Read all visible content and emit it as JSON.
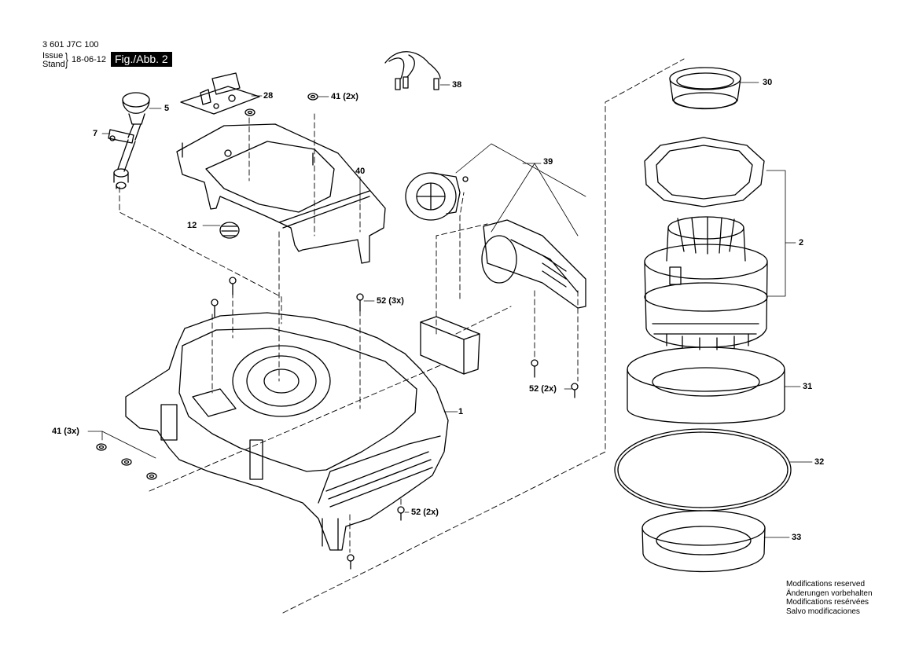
{
  "header": {
    "part_number": "3 601 J7C 100",
    "issue_label": "Issue",
    "stand_label": "Stand",
    "date": "18-06-12",
    "figure": "Fig./Abb. 2"
  },
  "callouts": {
    "p1": "1",
    "p2": "2",
    "p5": "5",
    "p7": "7",
    "p12": "12",
    "p28": "28",
    "p30": "30",
    "p31": "31",
    "p32": "32",
    "p33": "33",
    "p38": "38",
    "p39": "39",
    "p40": "40",
    "p41_top": "41 (2x)",
    "p41_left": "41 (3x)",
    "p52_top": "52 (3x)",
    "p52_mid": "52 (2x)",
    "p52_bot": "52 (2x)"
  },
  "notes": [
    "Modifications reserved",
    "Änderungen vorbehalten",
    "Modifications resérvées",
    "Salvo modificaciones"
  ]
}
